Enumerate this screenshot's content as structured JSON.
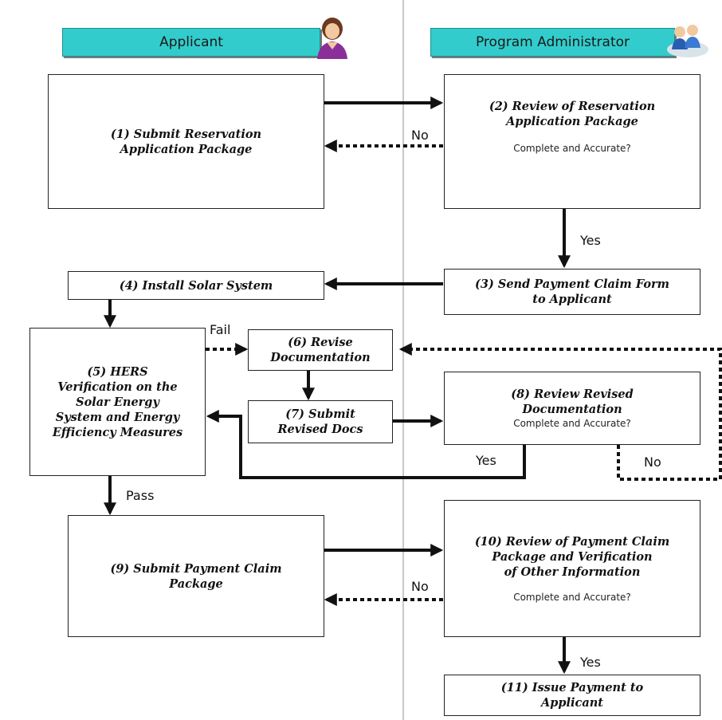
{
  "lanes": {
    "left": {
      "title": "Applicant",
      "avatar_icon": "person-icon"
    },
    "right": {
      "title": "Program Administrator",
      "avatar_icon": "group-icon"
    }
  },
  "steps": {
    "s1": {
      "title": "(1) Submit Reservation\nApplication Package"
    },
    "s2": {
      "title": "(2) Review of Reservation\nApplication Package",
      "sub": "Complete and Accurate?"
    },
    "s3": {
      "title": "(3) Send Payment Claim Form\nto Applicant"
    },
    "s4": {
      "title": "(4) Install Solar System"
    },
    "s5": {
      "title": "(5) HERS\nVerification on the\nSolar Energy\nSystem and Energy\nEfficiency Measures"
    },
    "s6": {
      "title": "(6) Revise\nDocumentation"
    },
    "s7": {
      "title": "(7) Submit\nRevised Docs"
    },
    "s8": {
      "title": "(8) Review Revised\nDocumentation",
      "sub": "Complete and Accurate?"
    },
    "s9": {
      "title": "(9) Submit Payment Claim\nPackage"
    },
    "s10": {
      "title": "(10) Review of Payment Claim\nPackage and Verification\nof Other Information",
      "sub": "Complete and Accurate?"
    },
    "s11": {
      "title": "(11) Issue Payment to\nApplicant"
    }
  },
  "labels": {
    "no_1": "No",
    "yes_1": "Yes",
    "fail": "Fail",
    "yes_2": "Yes",
    "no_2": "No",
    "pass": "Pass",
    "no_3": "No",
    "yes_3": "Yes"
  },
  "colors": {
    "lane_header": "#33cccc",
    "line": "#111111",
    "divider": "#c8c8c8"
  }
}
